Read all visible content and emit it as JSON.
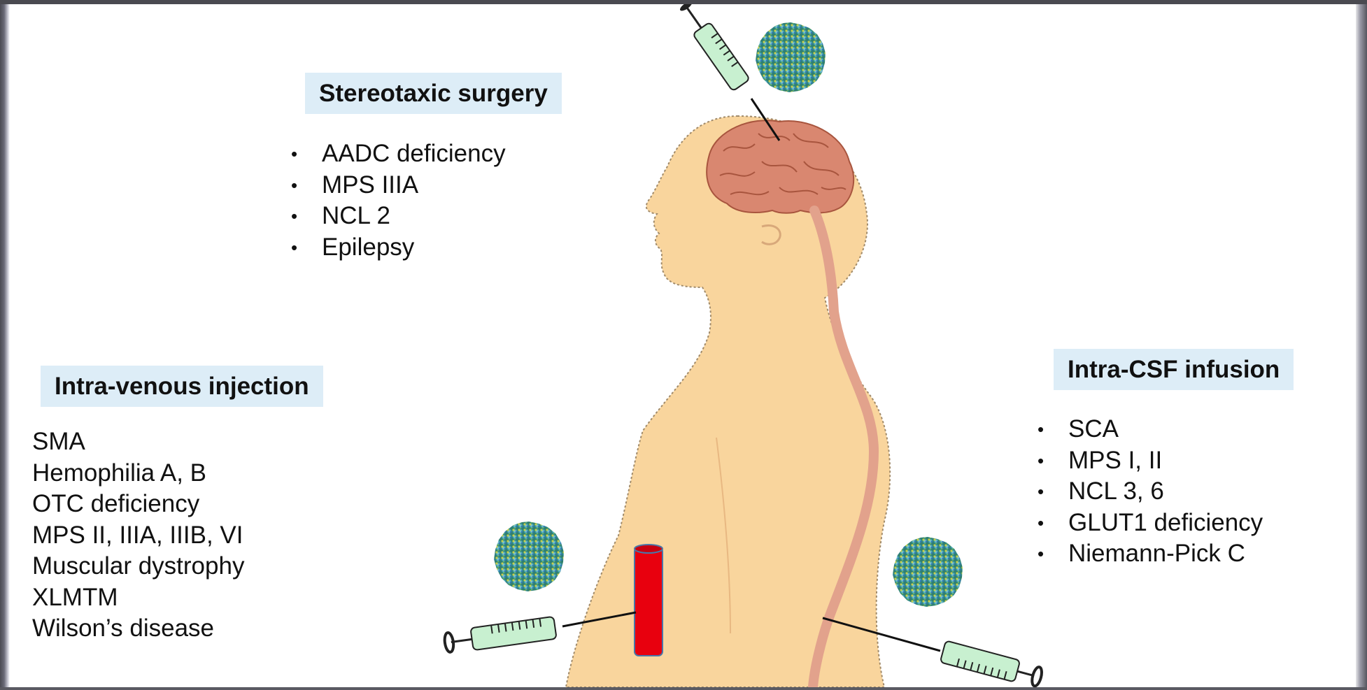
{
  "stereotaxic": {
    "title": "Stereotaxic surgery",
    "items": [
      "AADC deficiency",
      "MPS IIIA",
      "NCL 2",
      "Epilepsy"
    ]
  },
  "intravenous": {
    "title": "Intra-venous injection",
    "items": [
      "SMA",
      "Hemophilia A,  B",
      "OTC deficiency",
      "MPS II, IIIA,  IIIB, VI",
      "Muscular dystrophy",
      "XLMTM",
      "Wilson’s disease"
    ]
  },
  "intracsf": {
    "title": "Intra-CSF infusion",
    "items": [
      "SCA",
      "MPS I, II",
      "NCL 3, 6",
      "GLUT1 deficiency",
      "Niemann-Pick C"
    ]
  },
  "colors": {
    "label_background": "#ddedf7",
    "body_skin": "#f9d59d",
    "brain": "#d98770",
    "spinal_cord": "#e2a28c",
    "vessel": "#e8000e",
    "syringe": "#c8f0d0",
    "virus": "#3aa7b8"
  },
  "icons": [
    "syringe-icon",
    "virus-particle-icon",
    "brain-icon",
    "blood-vessel-icon"
  ]
}
